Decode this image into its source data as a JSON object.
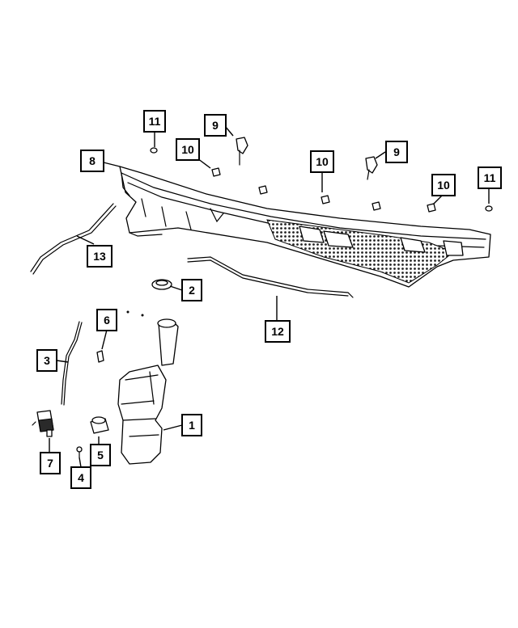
{
  "callouts": [
    {
      "id": "c1",
      "label": "1"
    },
    {
      "id": "c2",
      "label": "2"
    },
    {
      "id": "c3",
      "label": "3"
    },
    {
      "id": "c4",
      "label": "4"
    },
    {
      "id": "c5",
      "label": "5"
    },
    {
      "id": "c6",
      "label": "6"
    },
    {
      "id": "c7",
      "label": "7"
    },
    {
      "id": "c8",
      "label": "8"
    },
    {
      "id": "c9a",
      "label": "9"
    },
    {
      "id": "c9b",
      "label": "9"
    },
    {
      "id": "c10a",
      "label": "10"
    },
    {
      "id": "c10b",
      "label": "10"
    },
    {
      "id": "c10c",
      "label": "10"
    },
    {
      "id": "c11a",
      "label": "11"
    },
    {
      "id": "c11b",
      "label": "11"
    },
    {
      "id": "c12",
      "label": "12"
    },
    {
      "id": "c13",
      "label": "13"
    }
  ]
}
